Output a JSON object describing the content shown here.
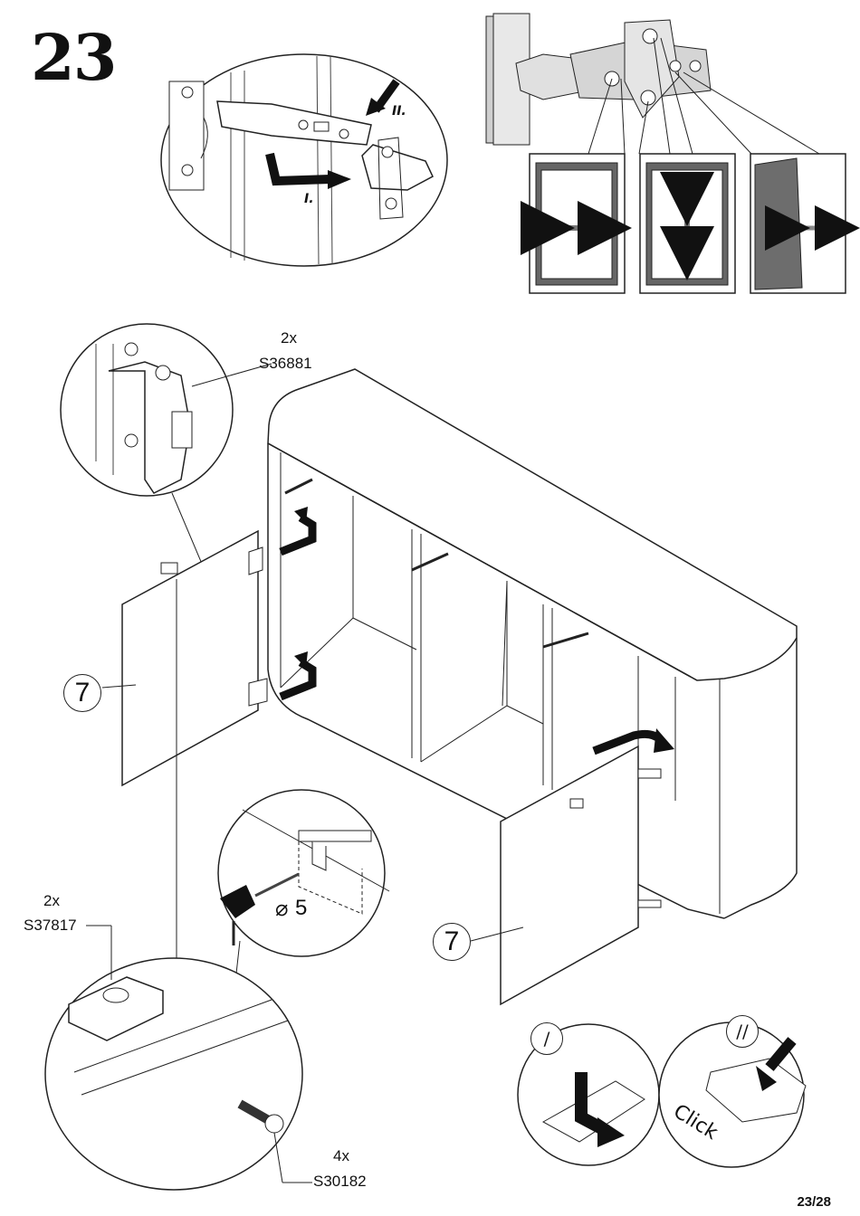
{
  "step_number": "23",
  "page_indicator": "23/28",
  "hinge_callout": {
    "qty": "2x",
    "code": "S36881"
  },
  "plate_callout": {
    "qty": "2x",
    "code": "S37817"
  },
  "screw_callout": {
    "qty": "4x",
    "code": "S30182"
  },
  "door_part_number": "7",
  "drill_diameter": "5",
  "drill_symbol": "⌀",
  "hinge_steps": {
    "step_one": "I.",
    "step_two": "II."
  },
  "clip_steps": {
    "step_one": "/",
    "step_two": "//",
    "click_label": "Click"
  },
  "adjustments": [
    "horizontal-arrow",
    "vertical-arrow",
    "depth-arrow"
  ]
}
